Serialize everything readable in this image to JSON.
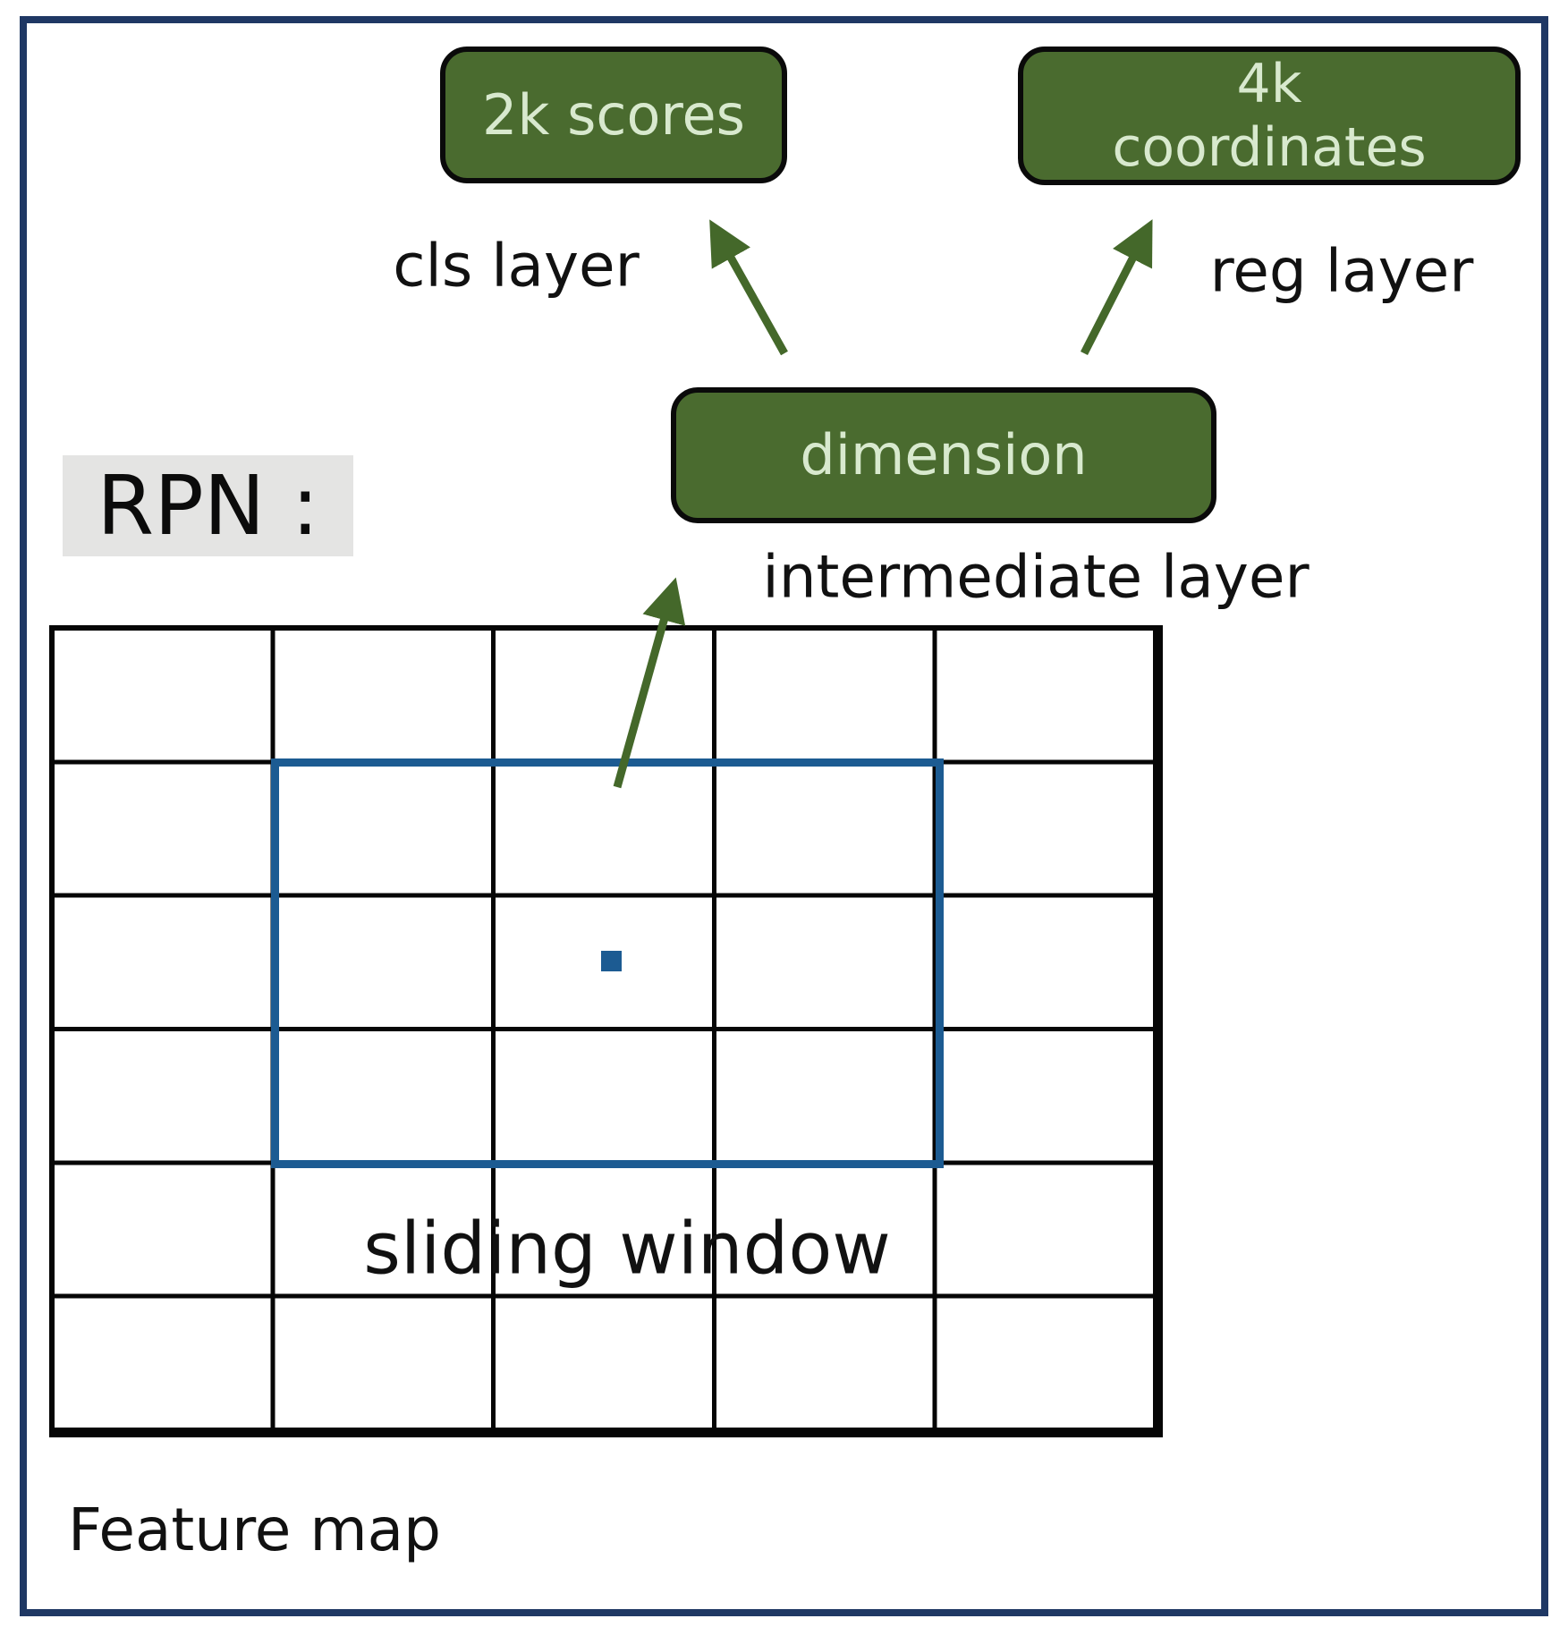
{
  "diagram_title": "RPN (Region Proposal Network) sliding-window diagram",
  "boxes": {
    "scores_label": "2k scores",
    "coordinates_line1": "4k",
    "coordinates_line2": "coordinates",
    "dimension_label": "dimension"
  },
  "labels": {
    "cls_layer": "cls layer",
    "reg_layer": "reg layer",
    "intermediate_layer": "intermediate layer",
    "rpn": "RPN :",
    "sliding_window": "sliding window",
    "feature_map": "Feature map"
  },
  "grid": {
    "columns": 5,
    "rows": 6,
    "sliding_window_span": "3 columns x 3 rows (columns 2-4, rows 2-4)",
    "anchor_dot": "small blue square at center of sliding window"
  },
  "icons": {
    "cls_arrow": "up-left green arrow from dimension box toward 2k scores box",
    "reg_arrow": "up-right green arrow from dimension box toward 4k coordinates box",
    "intermediate_arrow": "up-right green arrow from sliding window toward dimension box"
  },
  "colors": {
    "background": "#ffffff",
    "frame_navy": "#1f3864",
    "box_fill": "#4a6b2f",
    "box_border": "#0a0a0a",
    "box_text": "#d8e9ce",
    "arrow": "#44682a",
    "window_blue": "#1c5b92",
    "grid_line": "#060606",
    "rpn_bg": "#e4e4e3"
  }
}
